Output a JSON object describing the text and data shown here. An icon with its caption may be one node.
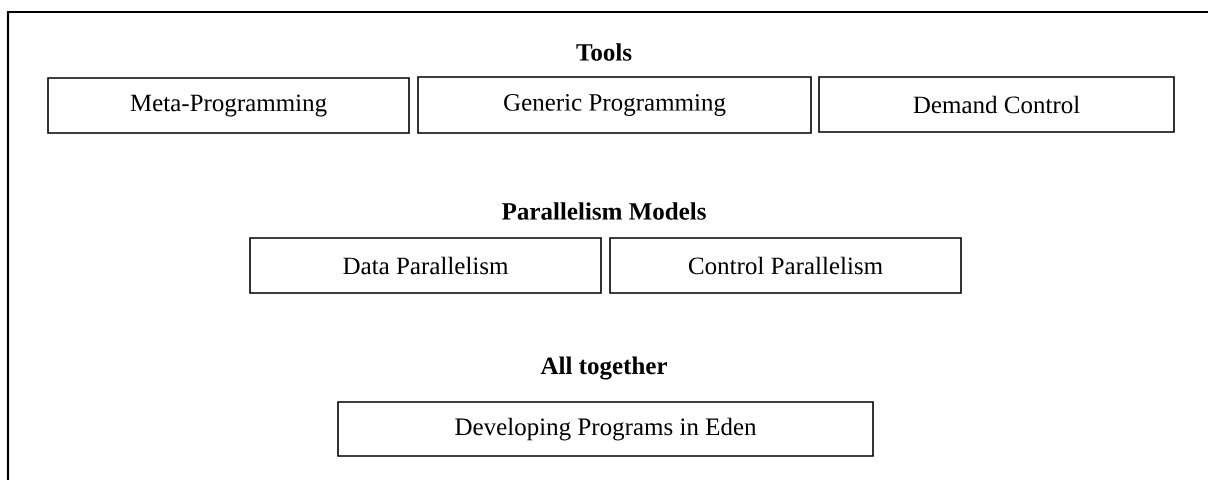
{
  "diagram": {
    "nodes": [
      {
        "text": [
          "Meta-Programming"
        ]
      },
      {
        "text": [
          "Generic Programming"
        ]
      },
      {
        "text": [
          "Demand Control"
        ]
      },
      {
        "text": [
          "Data Parallelism"
        ]
      },
      {
        "text": [
          "Control Parallelism"
        ]
      },
      {
        "text": [
          "Developing Programs in Eden"
        ]
      }
    ],
    "labels": [
      "Tools",
      "Parallelism Models",
      "All together"
    ]
  }
}
